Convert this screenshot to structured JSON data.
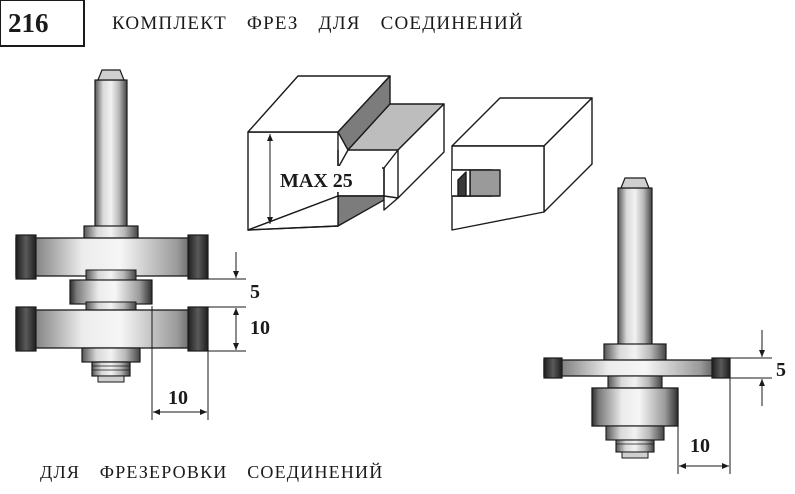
{
  "header": {
    "page_number": "216",
    "title": "КОМПЛЕКТ ФРЕЗ ДЛЯ СОЕДИНЕНИЙ"
  },
  "footer": {
    "caption": "ДЛЯ ФРЕЗЕРОВКИ СОЕДИНЕНИЙ"
  },
  "left_cutter": {
    "dim_gap": "5",
    "dim_thickness": "10",
    "dim_depth": "10"
  },
  "joint": {
    "max_label": "MAX 25"
  },
  "right_cutter": {
    "dim_thickness": "5",
    "dim_depth": "10"
  },
  "colors": {
    "ink": "#1a1a1a",
    "metal_dark": "#3a3a3a",
    "metal_mid": "#8a8a8a",
    "metal_light": "#e6e6e6",
    "groove_gray": "#9a9a9a"
  }
}
